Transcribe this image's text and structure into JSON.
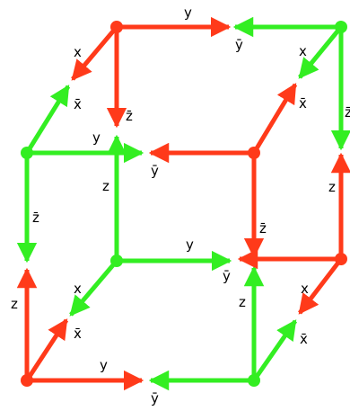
{
  "colors": {
    "red": "#ff3a1a",
    "green": "#33ee22"
  },
  "labels": {
    "x": "x",
    "y": "y",
    "z": "z",
    "xbar": "x̄",
    "ybar": "ȳ",
    "zbar": "z̄"
  }
}
